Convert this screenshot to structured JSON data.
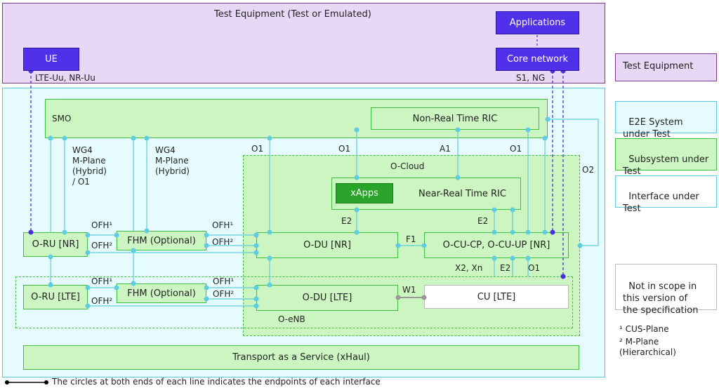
{
  "test_equipment": {
    "title": "Test Equipment (Test or Emulated)",
    "applications": "Applications",
    "core_network": "Core network",
    "ue": "UE",
    "ue_interfaces": "LTE-Uu, NR-Uu",
    "core_interfaces": "S1, NG"
  },
  "smo": {
    "label": "SMO",
    "non_rt_ric": "Non-Real Time RIC"
  },
  "interfaces": {
    "wg4_hybrid_o1": "WG4\nM-Plane\n(Hybrid)\n/ O1",
    "wg4_hybrid": "WG4\nM-Plane\n(Hybrid)",
    "o1_a": "O1",
    "o1_b": "O1",
    "a1": "A1",
    "o1_c": "O1",
    "o2": "O2",
    "e2_left": "E2",
    "e2_right": "E2",
    "f1": "F1",
    "x2_xn": "X2, Xn",
    "e2_bottom": "E2",
    "o1_bottom": "O1",
    "w1": "W1",
    "ofh1_a": "OFH¹",
    "ofh2_a": "OFH²",
    "ofh1_b": "OFH¹",
    "ofh2_b": "OFH²",
    "ofh1_c": "OFH¹",
    "ofh2_c": "OFH²",
    "ofh1_d": "OFH¹",
    "ofh2_d": "OFH²"
  },
  "o_cloud": {
    "label": "O-Cloud",
    "xapps": "xApps",
    "near_rt_ric": "Near-Real Time RIC",
    "o_du_nr": "O-DU [NR]",
    "o_cu_nr": "O-CU-CP, O-CU-UP [NR]",
    "o_du_lte": "O-DU [LTE]",
    "cu_lte": "CU [LTE]",
    "o_enb": "O-eNB"
  },
  "radio": {
    "o_ru_nr": "O-RU [NR]",
    "fhm_nr": "FHM (Optional)",
    "o_ru_lte": "O-RU [LTE]",
    "fhm_lte": "FHM (Optional)"
  },
  "transport": "Transport as a Service (xHaul)",
  "legend": {
    "test_equipment": "Test Equipment",
    "e2e_system": "E2E System\nunder Test",
    "subsystem": "Subsystem under\nTest",
    "interface": "Interface under\nTest",
    "not_in_scope": "Not in scope in\nthis version of\nthe specification",
    "footnote_1": "¹ CUS-Plane",
    "footnote_2": "² M-Plane\n(Hierarchical)"
  },
  "footer_note": "The circles at both ends of each line indicates the endpoints of each interface",
  "colors": {
    "test_equipment_bg": "#e8d7f5",
    "test_equipment_border": "#7a3a8a",
    "system_bg": "#e6fbfd",
    "system_border": "#59c8dc",
    "subsystem_bg": "#ccf5c2",
    "subsystem_border": "#3fbf3f",
    "blue_box": "#5030e8",
    "xapps_bg": "#2aa32a",
    "line_cyan": "#5fcde0",
    "line_purple": "#4a2ee0",
    "line_gray": "#999999"
  }
}
